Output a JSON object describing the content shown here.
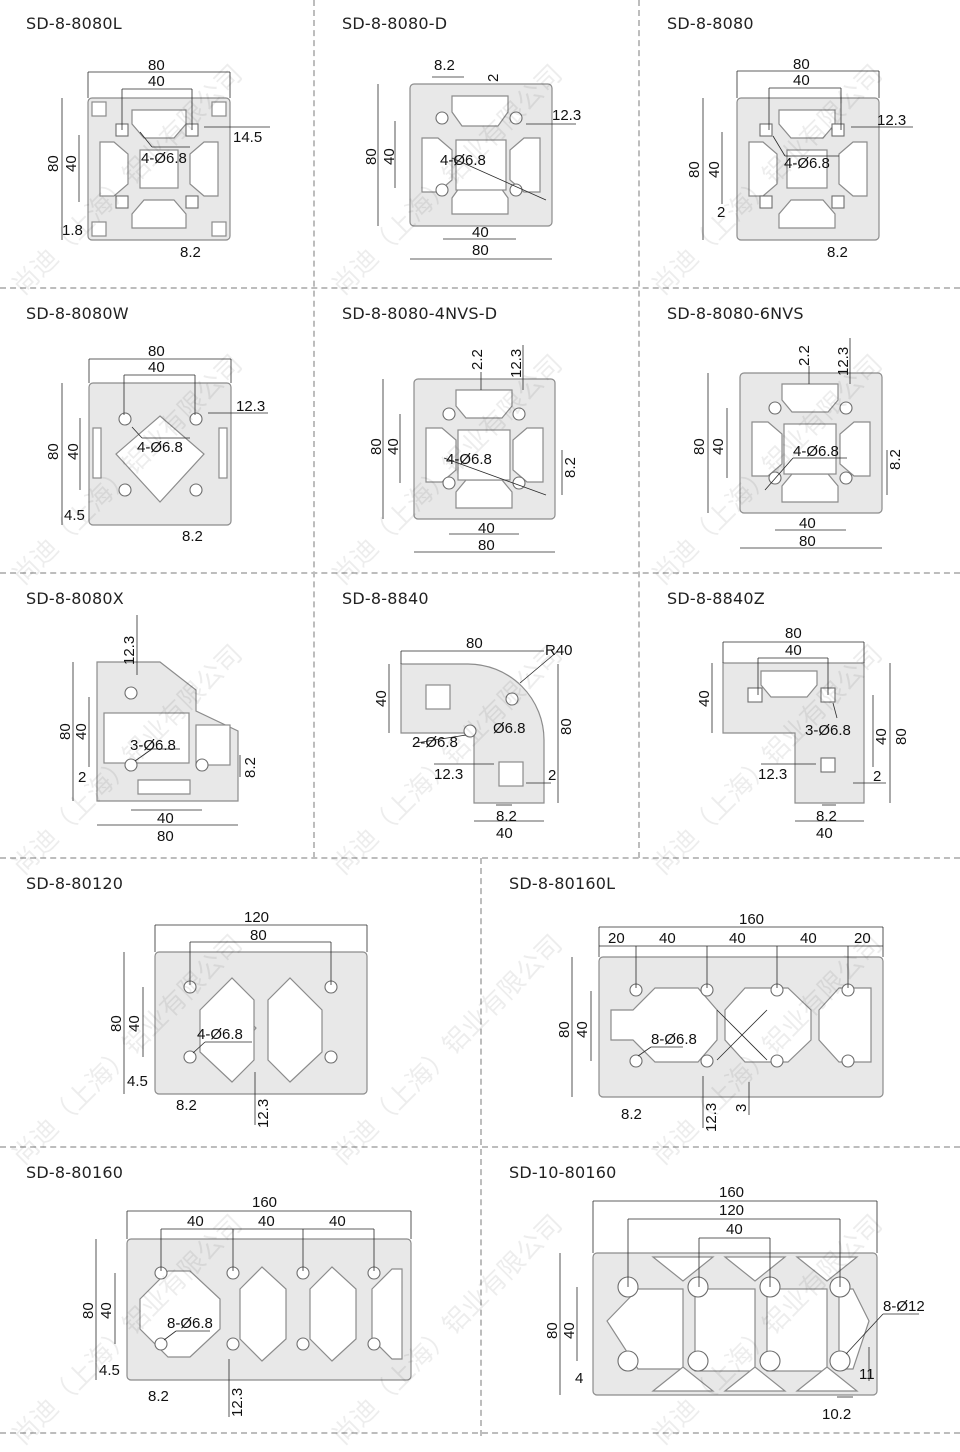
{
  "watermark": "尚迪（上海）铝业有限公司",
  "colors": {
    "profile_fill": "#e8e8e8",
    "profile_stroke": "#8c8c8c",
    "dimension_line": "#2a2a2a",
    "separator": "#bdbdbd"
  },
  "profiles": [
    {
      "id": "p1",
      "title": "SD-8-8080L",
      "dims": {
        "width": "80",
        "inner_width": "40",
        "height": "80",
        "inner_height": "40",
        "holes": "4-Ø6.8",
        "slot_offset": "14.5",
        "wall": "1.8",
        "slot": "8.2"
      }
    },
    {
      "id": "p2",
      "title": "SD-8-8080-D",
      "dims": {
        "slot": "8.2",
        "lip": "2",
        "slot_offset": "12.3",
        "height": "80",
        "inner_height": "40",
        "holes": "4-Ø6.8",
        "inner_width": "40",
        "width": "80"
      }
    },
    {
      "id": "p3",
      "title": "SD-8-8080",
      "dims": {
        "width": "80",
        "inner_width": "40",
        "slot_offset": "12.3",
        "height": "80",
        "inner_height": "40",
        "holes": "4-Ø6.8",
        "wall": "2",
        "slot": "8.2"
      }
    },
    {
      "id": "p4",
      "title": "SD-8-8080W",
      "dims": {
        "width": "80",
        "inner_width": "40",
        "slot_offset": "12.3",
        "height": "80",
        "inner_height": "40",
        "holes": "4-Ø6.8",
        "wall": "4.5",
        "slot": "8.2"
      }
    },
    {
      "id": "p5",
      "title": "SD-8-8080-4NVS-D",
      "dims": {
        "lip": "2.2",
        "slot_offset": "12.3",
        "height": "80",
        "inner_height": "40",
        "holes": "4-Ø6.8",
        "slot": "8.2",
        "inner_width": "40",
        "width": "80"
      }
    },
    {
      "id": "p6",
      "title": "SD-8-8080-6NVS",
      "dims": {
        "lip": "2.2",
        "slot_offset": "12.3",
        "height": "80",
        "inner_height": "40",
        "holes": "4-Ø6.8",
        "slot": "8.2",
        "inner_width": "40",
        "width": "80"
      }
    },
    {
      "id": "p7",
      "title": "SD-8-8080X",
      "dims": {
        "slot_offset": "12.3",
        "height": "80",
        "inner_height": "40",
        "holes": "3-Ø6.8",
        "wall": "2",
        "slot": "8.2",
        "inner_width": "40",
        "width": "80"
      }
    },
    {
      "id": "p8",
      "title": "SD-8-8840",
      "dims": {
        "width": "80",
        "radius": "R40",
        "leg": "40",
        "height": "80",
        "center_hole": "Ø6.8",
        "holes": "2-Ø6.8",
        "slot_offset": "12.3",
        "wall": "2",
        "slot": "8.2",
        "leg_width": "40"
      }
    },
    {
      "id": "p9",
      "title": "SD-8-8840Z",
      "dims": {
        "width": "80",
        "inner_width": "40",
        "leg": "40",
        "holes": "3-Ø6.8",
        "inner_height": "40",
        "height": "80",
        "slot_offset": "12.3",
        "wall": "2",
        "slot": "8.2",
        "leg_width": "40"
      }
    },
    {
      "id": "p10",
      "title": "SD-8-80120",
      "dims": {
        "width": "120",
        "inner_width": "80",
        "height": "80",
        "inner_height": "40",
        "holes": "4-Ø6.8",
        "wall": "4.5",
        "slot": "8.2",
        "slot_offset": "12.3"
      }
    },
    {
      "id": "p11",
      "title": "SD-8-80160L",
      "dims": {
        "width": "160",
        "seg1": "20",
        "seg2": "40",
        "seg3": "40",
        "seg4": "40",
        "seg5": "20",
        "height": "80",
        "inner_height": "40",
        "holes": "8-Ø6.8",
        "slot": "8.2",
        "slot_offset": "12.3",
        "lip": "3"
      }
    },
    {
      "id": "p12",
      "title": "SD-8-80160",
      "dims": {
        "width": "160",
        "seg1": "40",
        "seg2": "40",
        "seg3": "40",
        "height": "80",
        "inner_height": "40",
        "holes": "8-Ø6.8",
        "wall": "4.5",
        "slot": "8.2",
        "slot_offset": "12.3"
      }
    },
    {
      "id": "p13",
      "title": "SD-10-80160",
      "dims": {
        "width": "160",
        "mid_width": "120",
        "inner_width": "40",
        "height": "80",
        "inner_height": "40",
        "holes": "8-Ø12",
        "wall": "4",
        "lip": "11",
        "slot": "10.2"
      }
    }
  ]
}
